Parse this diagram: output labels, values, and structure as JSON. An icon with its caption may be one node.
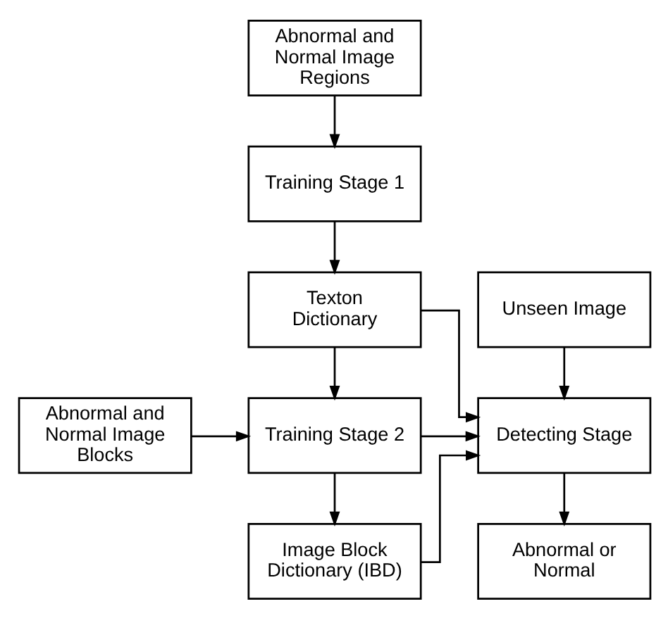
{
  "diagram": {
    "nodes": [
      {
        "text": [
          "Abnormal and Normal Image Regions"
        ]
      },
      {
        "text": [
          "Training Stage 1"
        ]
      },
      {
        "text": [
          "Texton Dictionary"
        ]
      },
      {
        "text": [
          "Unseen Image"
        ]
      },
      {
        "text": [
          "Abnormal and Normal Image Blocks"
        ]
      },
      {
        "text": [
          "Training Stage 2"
        ]
      },
      {
        "text": [
          "Detecting Stage"
        ]
      },
      {
        "text": [
          "Image Block Dictionary (IBD)"
        ]
      },
      {
        "text": [
          "Abnormal or Normal"
        ]
      }
    ],
    "edges": [
      {
        "from": 0,
        "to": 1,
        "arrow": "to"
      },
      {
        "from": 1,
        "to": 2,
        "arrow": "to"
      },
      {
        "from": 2,
        "to": 5,
        "arrow": "to"
      },
      {
        "from": 2,
        "to": 6,
        "arrow": "to"
      },
      {
        "from": 3,
        "to": 6,
        "arrow": "to"
      },
      {
        "from": 4,
        "to": 5,
        "arrow": "to"
      },
      {
        "from": 5,
        "to": 6,
        "arrow": "to"
      },
      {
        "from": 5,
        "to": 7,
        "arrow": "to"
      },
      {
        "from": 7,
        "to": 6,
        "arrow": "to"
      },
      {
        "from": 6,
        "to": 8,
        "arrow": "to"
      }
    ]
  }
}
